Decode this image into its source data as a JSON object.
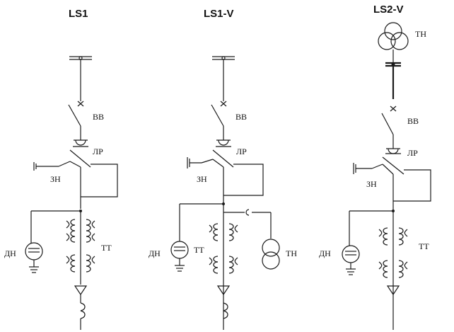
{
  "diagrams": [
    {
      "title": "LS1",
      "labels": {
        "breaker": "ВВ",
        "disconnector": "ЛР",
        "earth_switch": "ЗН",
        "current_transformer": "ТТ",
        "voltage_divider": "ДН"
      }
    },
    {
      "title": "LS1-V",
      "labels": {
        "breaker": "ВВ",
        "disconnector": "ЛР",
        "earth_switch": "ЗН",
        "current_transformer": "ТТ",
        "voltage_divider": "ДН",
        "voltage_transformer": "ТН"
      }
    },
    {
      "title": "LS2-V",
      "labels": {
        "voltage_transformer": "ТН",
        "breaker": "ВВ",
        "disconnector": "ЛР",
        "earth_switch": "ЗН",
        "current_transformer": "ТТ",
        "voltage_divider": "ДН"
      }
    }
  ]
}
